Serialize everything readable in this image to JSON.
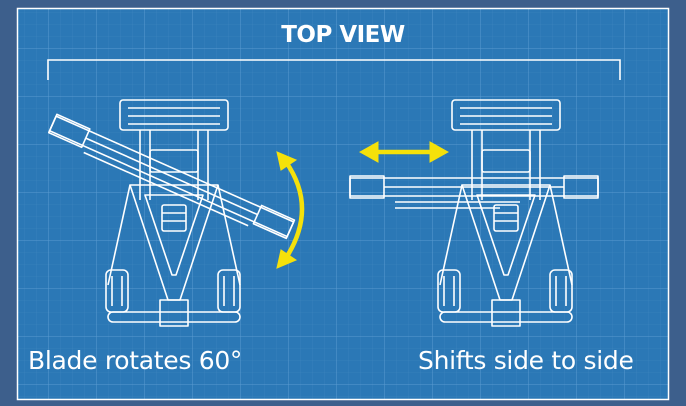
{
  "diagram": {
    "title": "TOP VIEW",
    "left_caption": "Blade rotates 60°",
    "right_caption": "Shifts side to side",
    "colors": {
      "outer_background": "#3d5f8c",
      "blueprint_panel": "#2b78b6",
      "grid_line": "#4a8fc6",
      "linework": "#ffffff",
      "arrow": "#f5e10a"
    },
    "icons": [
      "rotate-arc-arrow-icon",
      "double-horizontal-arrow-icon"
    ]
  }
}
